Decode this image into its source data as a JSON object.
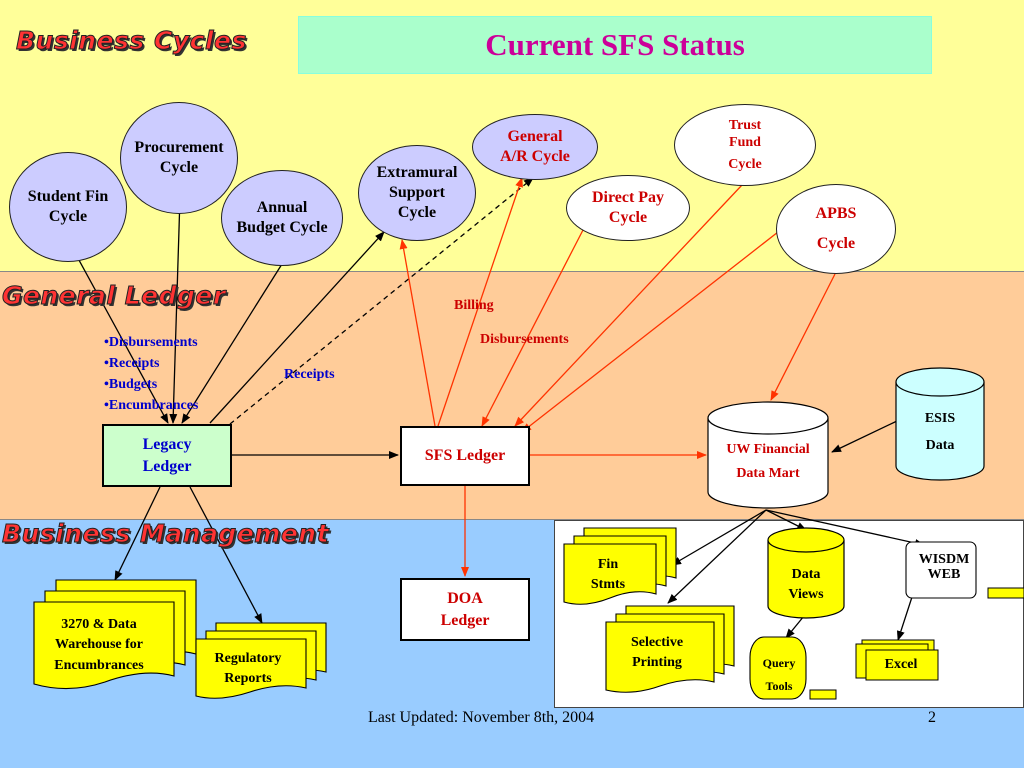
{
  "bands": {
    "cycles": "Business Cycles",
    "general_ledger": "General Ledger",
    "business_management": "Business Management"
  },
  "title": "Current SFS Status",
  "cycles": {
    "student_fin": [
      "Student Fin",
      "Cycle"
    ],
    "procurement": [
      "Procurement",
      "Cycle"
    ],
    "annual_budget": [
      "Annual",
      "Budget Cycle"
    ],
    "extramural": [
      "Extramural",
      "Support",
      "Cycle"
    ],
    "general_ar": [
      "General",
      "A/R Cycle"
    ],
    "direct_pay": [
      "Direct Pay",
      "Cycle"
    ],
    "trust_fund": [
      "Trust",
      "Fund",
      "Cycle"
    ],
    "apbs": [
      "APBS",
      "Cycle"
    ]
  },
  "gl_list": [
    "•Disbursements",
    "•Receipts",
    "•Budgets",
    "•Encumbrances"
  ],
  "labels": {
    "billing": "Billing",
    "disbursements": "Disbursements",
    "receipts": "Receipts"
  },
  "legacy_ledger": [
    "Legacy",
    "Ledger"
  ],
  "sfs_ledger": "SFS Ledger",
  "uw_mart": [
    "UW Financial",
    "Data Mart"
  ],
  "esis": [
    "ESIS",
    "Data"
  ],
  "doa_ledger": [
    "DOA",
    "Ledger"
  ],
  "bm": {
    "warehouse": [
      "3270 & Data",
      "Warehouse for",
      "Encumbrances"
    ],
    "regulatory": [
      "Regulatory",
      "Reports"
    ],
    "fin_stmts": [
      "Fin",
      "Stmts"
    ],
    "selective": [
      "Selective",
      "Printing"
    ],
    "data_views": [
      "Data",
      "Views"
    ],
    "query_tools": [
      "Query",
      "Tools"
    ],
    "wisdm": [
      "WISDM",
      "WEB"
    ],
    "excel": "Excel"
  },
  "footer": {
    "updated": "Last Updated:  November 8th, 2004",
    "page": "2"
  },
  "colors": {
    "cycles_band": "#ffff99",
    "gl_band": "#ffcc99",
    "bm_band": "#99ccff",
    "title_bg": "#aaffcc",
    "title_text": "#cc0099",
    "lavender": "#ccccff",
    "red_arrow": "#ff3300",
    "doc_yellow": "#ffff00"
  }
}
